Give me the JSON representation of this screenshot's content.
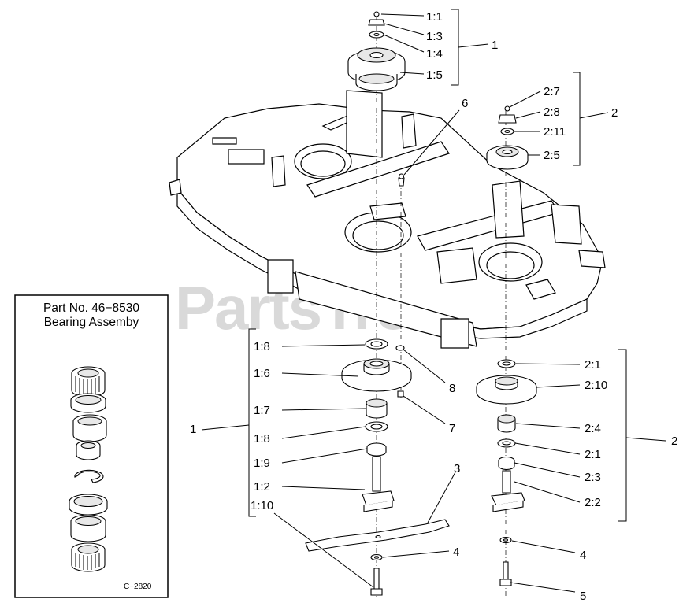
{
  "watermark": "PartsTree",
  "inset": {
    "title_line1": "Part No. 46−8530",
    "title_line2": "Bearing Assemby",
    "code": "C−2820"
  },
  "callouts": {
    "c1_1": "1:1",
    "c1_3": "1:3",
    "c1_4": "1:4",
    "c1_5": "1:5",
    "g1_top": "1",
    "c2_7": "2:7",
    "c2_8": "2:8",
    "c2_11": "2:11",
    "c2_5": "2:5",
    "g2_top": "2",
    "c6": "6",
    "c1_8a": "1:8",
    "c1_6": "1:6",
    "c1_7": "1:7",
    "c1_8b": "1:8",
    "c1_9": "1:9",
    "c1_2": "1:2",
    "c1_10": "1:10",
    "g1_bottom": "1",
    "c8": "8",
    "c7": "7",
    "c3": "3",
    "c4a": "4",
    "c2_1a": "2:1",
    "c2_10": "2:10",
    "c2_4": "2:4",
    "c2_1b": "2:1",
    "c2_3": "2:3",
    "c2_2": "2:2",
    "g2_bottom": "2",
    "c4b": "4",
    "c5": "5"
  }
}
